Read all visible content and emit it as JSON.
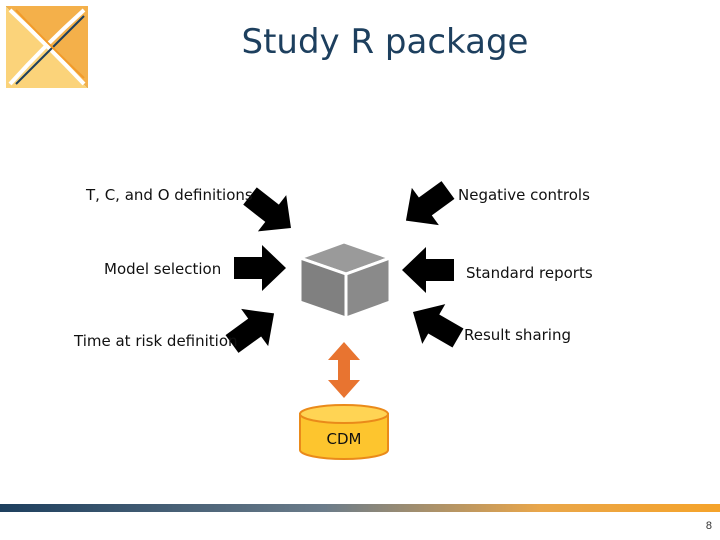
{
  "title": "Study R package",
  "inputs": {
    "tco_definitions": "T, C, and O definitions",
    "negative_controls": "Negative controls",
    "model_selection": "Model selection",
    "standard_reports": "Standard reports",
    "time_at_risk": "Time at risk definition",
    "result_sharing": "Result sharing"
  },
  "database": {
    "label": "CDM"
  },
  "page_number": "8",
  "colors": {
    "title": "#1d3f5e",
    "arrow": "#000000",
    "cube": "#8c8c8c",
    "database_fill": "#fdc52e",
    "database_stroke": "#ea8a1a",
    "link_arrow": "#e87430",
    "footer_left": "#1d3f5e",
    "footer_right": "#f5a32a"
  },
  "icons": {
    "logo": "ohdsi-logo",
    "package": "cube-icon",
    "database": "database-cylinder-icon"
  }
}
